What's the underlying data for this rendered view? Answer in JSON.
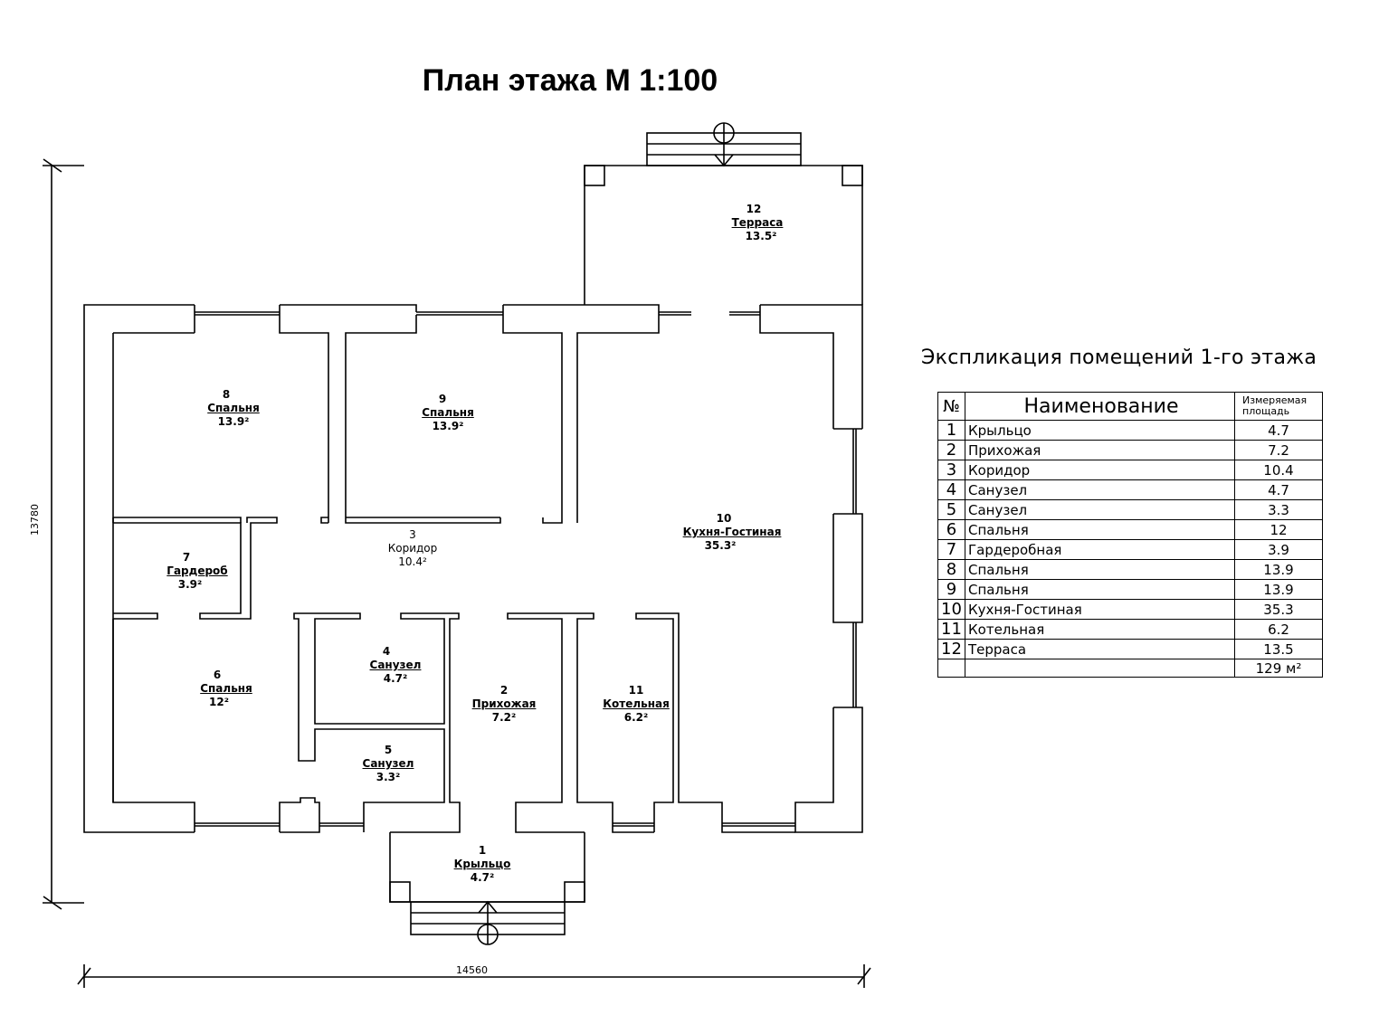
{
  "title": "План  этажа М 1:100",
  "dimensions": {
    "height": "13780",
    "width": "14560"
  },
  "rooms": [
    {
      "num": "1",
      "name": "Крыльцо",
      "area": "4.7²"
    },
    {
      "num": "2",
      "name": "Прихожая",
      "area": "7.2²"
    },
    {
      "num": "3",
      "name": "Коридор",
      "area": "10.4²"
    },
    {
      "num": "4",
      "name": "Санузел",
      "area": "4.7²"
    },
    {
      "num": "5",
      "name": "Санузел",
      "area": "3.3²"
    },
    {
      "num": "6",
      "name": "Спальня",
      "area": "12²"
    },
    {
      "num": "7",
      "name": "Гардероб",
      "area": "3.9²"
    },
    {
      "num": "8",
      "name": "Спальня",
      "area": "13.9²"
    },
    {
      "num": "9",
      "name": "Спальня",
      "area": "13.9²"
    },
    {
      "num": "10",
      "name": "Кухня-Гостиная",
      "area": "35.3²"
    },
    {
      "num": "11",
      "name": "Котельная",
      "area": "6.2²"
    },
    {
      "num": "12",
      "name": "Терраса",
      "area": "13.5²"
    }
  ],
  "explication": {
    "title": "Экспликация помещений 1-го этажа",
    "headers": {
      "no": "№",
      "name": "Наименование",
      "area": "Измеряемая площадь"
    },
    "rows": [
      {
        "no": "1",
        "name": "Крыльцо",
        "area": "4.7"
      },
      {
        "no": "2",
        "name": "Прихожая",
        "area": "7.2"
      },
      {
        "no": "3",
        "name": "Коридор",
        "area": "10.4"
      },
      {
        "no": "4",
        "name": "Санузел",
        "area": "4.7"
      },
      {
        "no": "5",
        "name": "Санузел",
        "area": "3.3"
      },
      {
        "no": "6",
        "name": "Спальня",
        "area": "12"
      },
      {
        "no": "7",
        "name": "Гардеробная",
        "area": "3.9"
      },
      {
        "no": "8",
        "name": "Спальня",
        "area": "13.9"
      },
      {
        "no": "9",
        "name": "Спальня",
        "area": "13.9"
      },
      {
        "no": "10",
        "name": "Кухня-Гостиная",
        "area": "35.3"
      },
      {
        "no": "11",
        "name": "Котельная",
        "area": "6.2"
      },
      {
        "no": "12",
        "name": "Терраса",
        "area": "13.5"
      }
    ],
    "total": "129 м²"
  }
}
